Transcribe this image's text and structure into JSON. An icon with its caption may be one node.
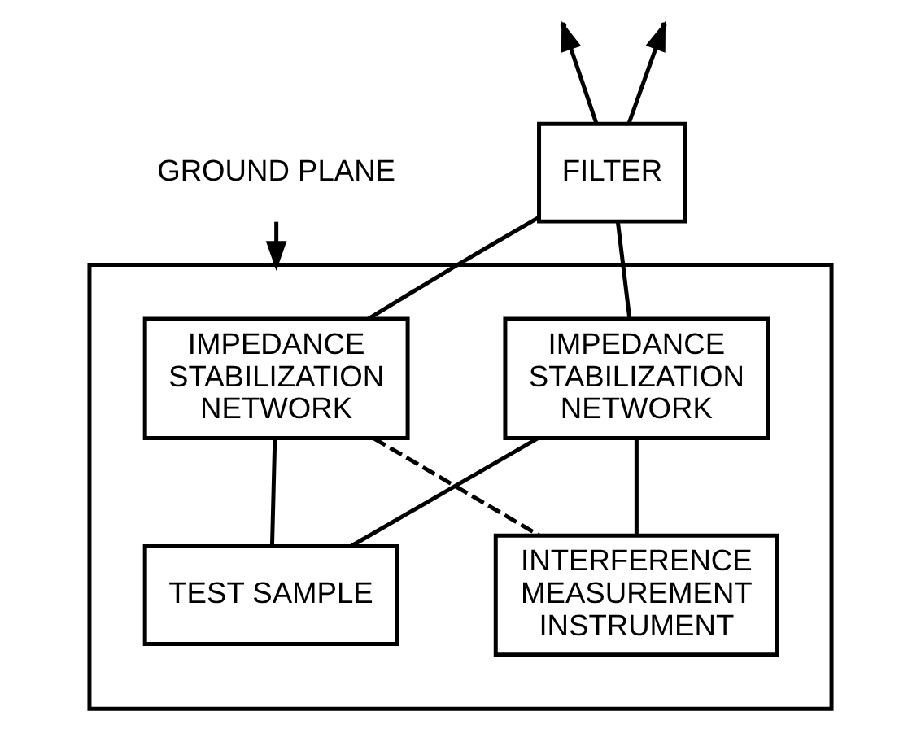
{
  "diagram": {
    "nodes": [
      {
        "text": [
          "FILTER"
        ]
      },
      {
        "text": [],
        "shape": "box"
      },
      {
        "text": [
          "IMPEDANCE STABILIZATION NETWORK"
        ],
        "in": 1
      },
      {
        "text": [
          "IMPEDANCE STABILIZATION NETWORK"
        ],
        "in": 1
      },
      {
        "text": [
          "TEST SAMPLE"
        ],
        "in": 1
      },
      {
        "text": [
          "INTERFERENCE MEASUREMENT INSTRUMENT"
        ],
        "in": 1
      },
      {
        "text": [
          "GROUND PLANE"
        ]
      }
    ],
    "edges": [
      {
        "from": 0,
        "to": null,
        "arrow": "to"
      },
      {
        "from": 0,
        "to": null,
        "arrow": "to"
      },
      {
        "from": 0,
        "to": 2,
        "arrow": "none"
      },
      {
        "from": 0,
        "to": 3,
        "arrow": "none"
      },
      {
        "from": 4,
        "to": 2,
        "arrow": "none"
      },
      {
        "from": 4,
        "to": 3,
        "arrow": "none"
      },
      {
        "from": 2,
        "to": 5,
        "arrow": "none",
        "style": "dashed"
      },
      {
        "from": 3,
        "to": 5,
        "arrow": "none"
      },
      {
        "from": 6,
        "to": 1,
        "arrow": "to"
      }
    ]
  }
}
